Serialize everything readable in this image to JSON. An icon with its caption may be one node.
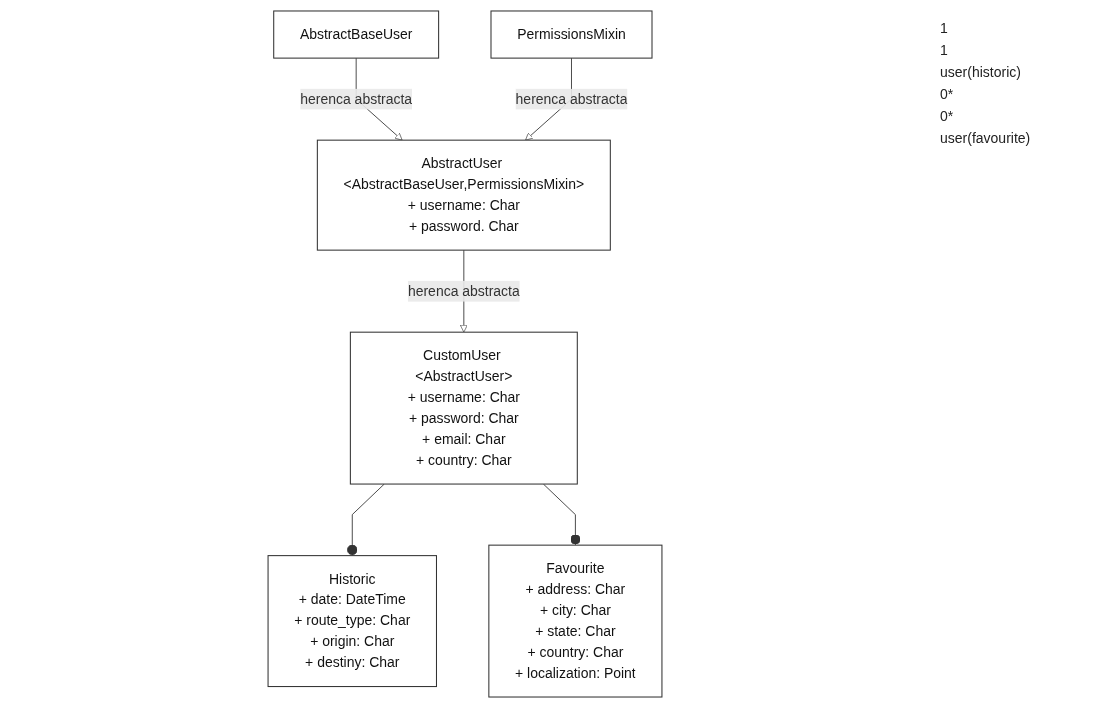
{
  "diagram": {
    "nodes": [
      {
        "text": [
          "AbstractBaseUser"
        ]
      },
      {
        "text": [
          "PermissionsMixin"
        ]
      },
      {
        "text": [
          "AbstractUser <AbstractBaseUser,PermissionsMixin>",
          "+ username: Char",
          "+ password. Char"
        ]
      },
      {
        "text": [
          "CustomUser <AbstractUser>",
          "+ username: Char",
          "+ password: Char",
          "+ email: Char",
          "+ country: Char"
        ]
      },
      {
        "text": [
          "Historic",
          "+ date: DateTime",
          "+ route_type: Char",
          "+ origin: Char",
          "+ destiny: Char"
        ]
      },
      {
        "text": [
          "Favourite",
          "+ address: Char",
          "+ city: Char",
          "+ state: Char",
          "+ country: Char",
          "+ localization: Point"
        ]
      }
    ],
    "edges": [
      {
        "from": 0,
        "to": 2,
        "arrow": "to",
        "label": "herenca abstracta"
      },
      {
        "from": 1,
        "to": 2,
        "arrow": "to",
        "label": "herenca abstracta"
      },
      {
        "from": 2,
        "to": 3,
        "arrow": "to",
        "label": "herenca abstracta"
      },
      {
        "from": 3,
        "to": 4,
        "arrow": "other"
      },
      {
        "from": 3,
        "to": 5,
        "arrow": "other"
      }
    ],
    "labels": [
      "1",
      "1",
      "user(historic)",
      "0*",
      "0*",
      "user(favourite)"
    ]
  }
}
